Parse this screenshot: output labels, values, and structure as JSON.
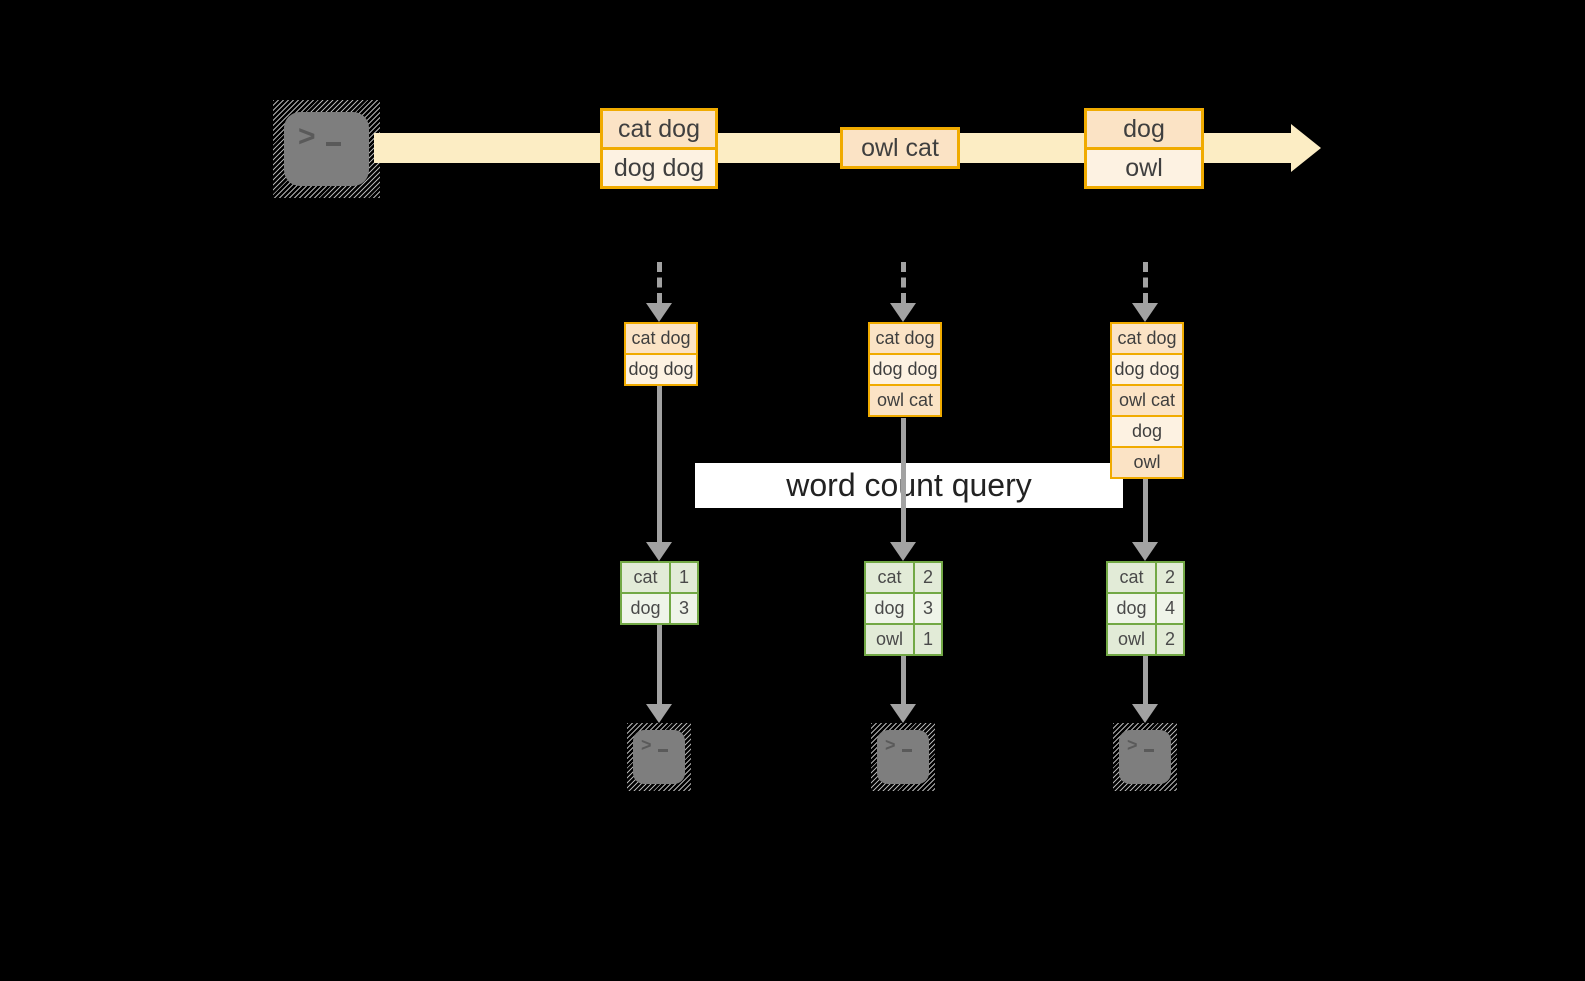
{
  "label": {
    "text": "word count query"
  },
  "icons": {
    "source": "terminal-icon",
    "outputs": [
      "terminal-icon",
      "terminal-icon",
      "terminal-icon"
    ],
    "glyph": ">_"
  },
  "stream_boxes": [
    {
      "rows": [
        "cat dog",
        "dog dog"
      ]
    },
    {
      "rows": [
        "owl cat"
      ]
    },
    {
      "rows": [
        "dog",
        "owl"
      ]
    }
  ],
  "buffers": [
    {
      "rows": [
        "cat dog",
        "dog dog"
      ]
    },
    {
      "rows": [
        "cat dog",
        "dog dog",
        "owl cat"
      ]
    },
    {
      "rows": [
        "cat dog",
        "dog dog",
        "owl cat",
        "dog",
        "owl"
      ]
    }
  ],
  "count_tables": [
    {
      "rows": [
        {
          "word": "cat",
          "count": "1"
        },
        {
          "word": "dog",
          "count": "3"
        }
      ]
    },
    {
      "rows": [
        {
          "word": "cat",
          "count": "2"
        },
        {
          "word": "dog",
          "count": "3"
        },
        {
          "word": "owl",
          "count": "1"
        }
      ]
    },
    {
      "rows": [
        {
          "word": "cat",
          "count": "2"
        },
        {
          "word": "dog",
          "count": "4"
        },
        {
          "word": "owl",
          "count": "2"
        }
      ]
    }
  ],
  "colors": {
    "amber": "#f0ab00",
    "peach": "#fbe3c5",
    "cream": "#fdf2e2",
    "band": "#fcedc4",
    "green": "#72a845",
    "gcell": "#e2ebd7",
    "gcell_lt": "#eff4e9",
    "arrow_gray": "#a2a2a2",
    "terminal_gray": "#7e7e7e",
    "label_bg": "#ffffff"
  }
}
